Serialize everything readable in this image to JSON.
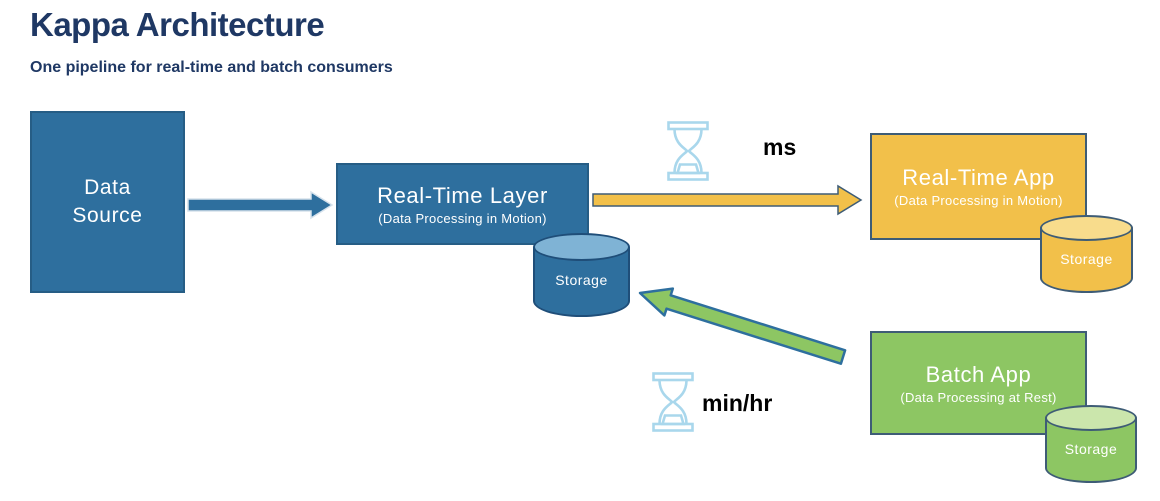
{
  "header": {
    "title": "Kappa Architecture",
    "subtitle": "One pipeline for real-time and batch consumers"
  },
  "nodes": {
    "data_source": {
      "lines": [
        "Data",
        "Source"
      ]
    },
    "real_time_layer": {
      "label": "Real-Time Layer",
      "sublabel": "(Data Processing in Motion)",
      "storage_label": "Storage"
    },
    "real_time_app": {
      "label": "Real-Time App",
      "sublabel": "(Data Processing in Motion)",
      "storage_label": "Storage"
    },
    "batch_app": {
      "label": "Batch App",
      "sublabel": "(Data Processing at Rest)",
      "storage_label": "Storage"
    }
  },
  "annotations": {
    "realtime_latency": "ms",
    "batch_latency": "min/hr"
  },
  "edges": [
    {
      "from": "Data Source",
      "to": "Real-Time Layer",
      "label": ""
    },
    {
      "from": "Real-Time Layer",
      "to": "Real-Time App",
      "label": "ms"
    },
    {
      "from": "Batch App",
      "to": "Real-Time Layer Storage",
      "label": "min/hr"
    }
  ],
  "colors": {
    "title_text": "#1F3864",
    "blue_fill": "#2E6F9E",
    "blue_border": "#265D85",
    "blue_cylinder_top": "#7FB3D5",
    "yellow_fill": "#F2C04A",
    "yellow_cylinder_top": "#F8DC8C",
    "green_fill": "#8DC663",
    "green_cylinder_top": "#CBE6AC",
    "dark_border": "#3E5C76",
    "hourglass_icon": "#A9D7EC",
    "node_text": "#FFFFFF",
    "latency_text": "#000000"
  }
}
